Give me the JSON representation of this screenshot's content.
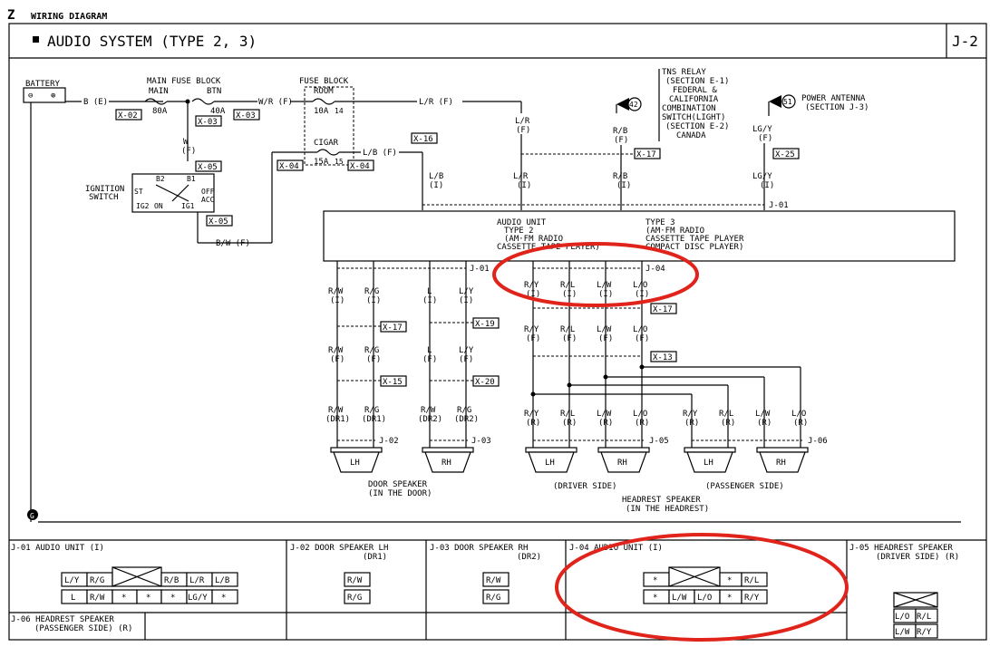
{
  "header": {
    "section_letter": "Z",
    "section_title": "WIRING DIAGRAM",
    "page_title": "AUDIO SYSTEM (TYPE 2, 3)",
    "page_code": "J-2"
  },
  "components": {
    "battery": "BATTERY",
    "main_fuse_block": "MAIN FUSE BLOCK",
    "main_label": "MAIN",
    "main_amp": "80A",
    "btn_label": "BTN",
    "btn_amp": "40A",
    "fuse_block": "FUSE BLOCK",
    "room_label": "ROOM",
    "room_amp": "10A",
    "cigar_label": "CIGAR",
    "cigar_amp": "15A",
    "fuse_num_room": "14",
    "fuse_num_cigar": "15",
    "ignition_switch": [
      "IGNITION",
      "SWITCH"
    ],
    "ign_pins": [
      "B2",
      "B1",
      "ST",
      "OFF",
      "ACC",
      "IG2",
      "ON",
      "IG1",
      "OFF",
      "ON"
    ],
    "tns_relay": [
      "TNS RELAY",
      "(SECTION E-1)",
      "FEDERAL &",
      "CALIFORNIA",
      "COMBINATION",
      "SWITCH(LIGHT)",
      "(SECTION E-2)",
      "CANADA"
    ],
    "tns_ref": "42",
    "power_antenna": [
      "POWER ANTENNA",
      "(SECTION J-3)"
    ],
    "antenna_ref": "51",
    "audio_unit_type2": [
      "AUDIO UNIT",
      "TYPE 2",
      "(AM·FM RADIO",
      "CASSETTE TAPE PLAYER)"
    ],
    "audio_unit_type3": [
      "TYPE 3",
      "(AM·FM RADIO",
      "CASSETTE TAPE PLAYER",
      "COMPACT DISC PLAYER)"
    ],
    "door_speaker": [
      "DOOR SPEAKER",
      "(IN THE DOOR)"
    ],
    "driver_side": "(DRIVER SIDE)",
    "passenger_side": "(PASSENGER SIDE)",
    "headrest_speaker": [
      "HEADREST SPEAKER",
      "(IN THE HEADREST)"
    ],
    "lh": "LH",
    "rh": "RH"
  },
  "wires": {
    "b_e": "B (E)",
    "w_r_f": "W/R (F)",
    "w_f": [
      "W",
      "(F)"
    ],
    "b_w_f": "B/W (F)",
    "l_r_f": "L/R (F)",
    "l_b_f": "L/B (F)",
    "l_r_top": [
      "L/R",
      "(F)"
    ],
    "r_b_top": [
      "R/B",
      "(F)"
    ],
    "lg_y_top": [
      "LG/Y",
      "(F)"
    ],
    "l_b_i": [
      "L/B",
      "(I)"
    ],
    "l_r_i": [
      "L/R",
      "(I)"
    ],
    "r_b_i": [
      "R/B",
      "(I)"
    ],
    "lg_y_i": [
      "LG/Y",
      "(I)"
    ],
    "door_i": [
      [
        "R/W",
        "(I)"
      ],
      [
        "R/G",
        "(I)"
      ],
      [
        "L",
        "(I)"
      ],
      [
        "L/Y",
        "(I)"
      ]
    ],
    "door_f": [
      [
        "R/W",
        "(F)"
      ],
      [
        "R/G",
        "(F)"
      ],
      [
        "L",
        "(F)"
      ],
      [
        "L/Y",
        "(F)"
      ]
    ],
    "door_dr": [
      [
        "R/W",
        "(DR1)"
      ],
      [
        "R/G",
        "(DR1)"
      ],
      [
        "R/W",
        "(DR2)"
      ],
      [
        "R/G",
        "(DR2)"
      ]
    ],
    "head_i": [
      [
        "R/Y",
        "(I)"
      ],
      [
        "R/L",
        "(I)"
      ],
      [
        "L/W",
        "(I)"
      ],
      [
        "L/O",
        "(I)"
      ]
    ],
    "head_f": [
      [
        "R/Y",
        "(F)"
      ],
      [
        "R/L",
        "(F)"
      ],
      [
        "L/W",
        "(F)"
      ],
      [
        "L/O",
        "(F)"
      ]
    ],
    "head_r": [
      [
        "R/Y",
        "(R)"
      ],
      [
        "R/L",
        "(R)"
      ],
      [
        "L/W",
        "(R)"
      ],
      [
        "L/O",
        "(R)"
      ],
      [
        "R/Y",
        "(R)"
      ],
      [
        "R/L",
        "(R)"
      ],
      [
        "L/W",
        "(R)"
      ],
      [
        "L/O",
        "(R)"
      ]
    ]
  },
  "connectors": {
    "x02": "X-02",
    "x03a": "X-03",
    "x03b": "X-03",
    "x04a": "X-04",
    "x04b": "X-04",
    "x05a": "X-05",
    "x05b": "X-05",
    "x16": "X-16",
    "x17a": "X-17",
    "x25": "X-25",
    "x17b": "X-17",
    "x19": "X-19",
    "x15": "X-15",
    "x20": "X-20",
    "x17c": "X-17",
    "x13": "X-13",
    "j01a": "J-01",
    "j01b": "J-01",
    "j04": "J-04",
    "j02": "J-02",
    "j03": "J-03",
    "j05": "J-05",
    "j06": "J-06"
  },
  "tables": {
    "j01": {
      "title": "J-01 AUDIO UNIT (I)",
      "top": [
        "L/Y",
        "R/G",
        "",
        "R/B",
        "L/R",
        "L/B"
      ],
      "bottom": [
        "L",
        "R/W",
        "*",
        "*",
        "*",
        "LG/Y",
        "*"
      ]
    },
    "j02": {
      "title": "J-02 DOOR SPEAKER LH",
      "sub": "(DR1)",
      "pins": [
        "R/W",
        "R/G"
      ]
    },
    "j03": {
      "title": "J-03 DOOR SPEAKER RH",
      "sub": "(DR2)",
      "pins": [
        "R/W",
        "R/G"
      ]
    },
    "j04": {
      "title": "J-04 AUDIO UNIT (I)",
      "top": [
        "*",
        "",
        "*",
        "R/L"
      ],
      "bottom": [
        "*",
        "L/W",
        "L/O",
        "*",
        "R/Y"
      ]
    },
    "j05": {
      "title": "J-05 HEADREST SPEAKER",
      "sub": "(DRIVER SIDE) (R)",
      "pins": [
        "L/O",
        "R/L",
        "L/W",
        "R/Y"
      ]
    },
    "j06": {
      "title": "J-06 HEADREST SPEAKER",
      "sub": "(PASSENGER SIDE) (R)"
    }
  },
  "ground": "G",
  "highlight_color": "#e0241b"
}
